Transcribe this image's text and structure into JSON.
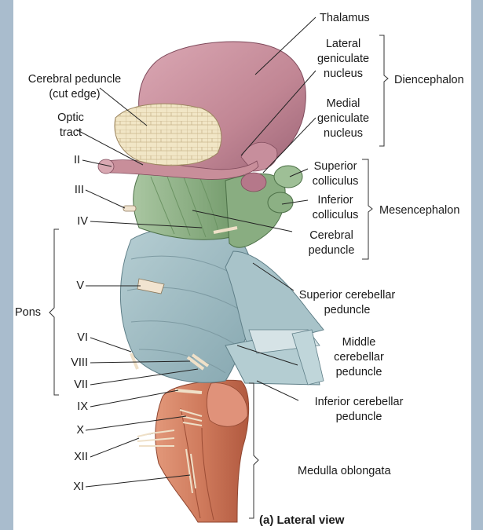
{
  "figure": {
    "caption": "(a) Lateral view",
    "labels": {
      "thalamus": "Thalamus",
      "lateral_geniculate": [
        "Lateral",
        "geniculate",
        "nucleus"
      ],
      "diencephalon": "Diencephalon",
      "medial_geniculate": [
        "Medial",
        "geniculate",
        "nucleus"
      ],
      "cerebral_peduncle_cut": [
        "Cerebral peduncle",
        "(cut edge)"
      ],
      "optic_tract": [
        "Optic",
        "tract"
      ],
      "superior_colliculus": [
        "Superior",
        "colliculus"
      ],
      "inferior_colliculus": [
        "Inferior",
        "colliculus"
      ],
      "mesencephalon": "Mesencephalon",
      "cerebral_peduncle": [
        "Cerebral",
        "peduncle"
      ],
      "superior_cerebellar_peduncle": [
        "Superior cerebellar",
        "peduncle"
      ],
      "middle_cerebellar_peduncle": [
        "Middle",
        "cerebellar",
        "peduncle"
      ],
      "inferior_cerebellar_peduncle": [
        "Inferior cerebellar",
        "peduncle"
      ],
      "medulla_oblongata": "Medulla oblongata",
      "pons": "Pons",
      "nerve_II": "II",
      "nerve_III": "III",
      "nerve_IV": "IV",
      "nerve_V": "V",
      "nerve_VI": "VI",
      "nerve_VIII": "VIII",
      "nerve_VII": "VII",
      "nerve_IX": "IX",
      "nerve_X": "X",
      "nerve_XII": "XII",
      "nerve_XI": "XI"
    },
    "colors": {
      "thalamus": "#c8909e",
      "cut_edge": "#f1e6c6",
      "midbrain": "#8eb087",
      "pons": "#9fbcc3",
      "medulla": "#cf7a5c",
      "nerve": "#f1e4d0"
    }
  }
}
